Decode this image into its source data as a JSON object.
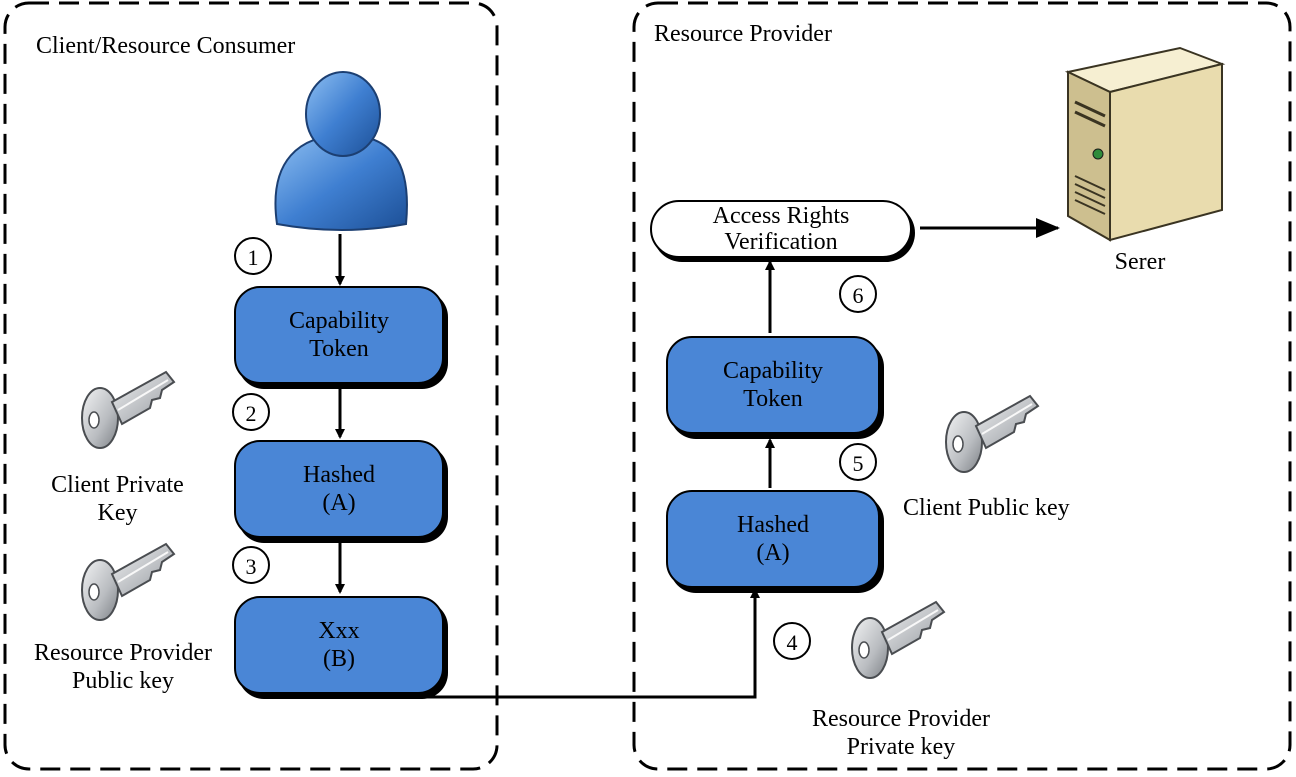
{
  "regions": {
    "client": "Client/Resource Consumer",
    "provider": "Resource Provider"
  },
  "client_boxes": {
    "capability_token": [
      "Capability",
      "Token"
    ],
    "hashed": [
      "Hashed",
      "(A)"
    ],
    "xxx": [
      "Xxx",
      "(B)"
    ]
  },
  "provider_boxes": {
    "access_rights": [
      "Access Rights",
      "Verification"
    ],
    "capability_token": [
      "Capability",
      "Token"
    ],
    "hashed": [
      "Hashed",
      "(A)"
    ]
  },
  "steps": [
    "1",
    "2",
    "3",
    "4",
    "5",
    "6"
  ],
  "keys": {
    "client_private": [
      "Client Private",
      "Key"
    ],
    "resource_provider_public": [
      "Resource Provider",
      "Public key"
    ],
    "client_public": "Client Public key",
    "resource_provider_private": [
      "Resource Provider",
      "Private key"
    ]
  },
  "server_label": "Serer",
  "colors": {
    "box_fill": "#4a86d6",
    "user_fill": "#3f7fd1",
    "key_fill": "#b9bcc0",
    "server_fill": "#e9dcae"
  },
  "icons": [
    "user-icon",
    "key-icon",
    "server-icon"
  ]
}
